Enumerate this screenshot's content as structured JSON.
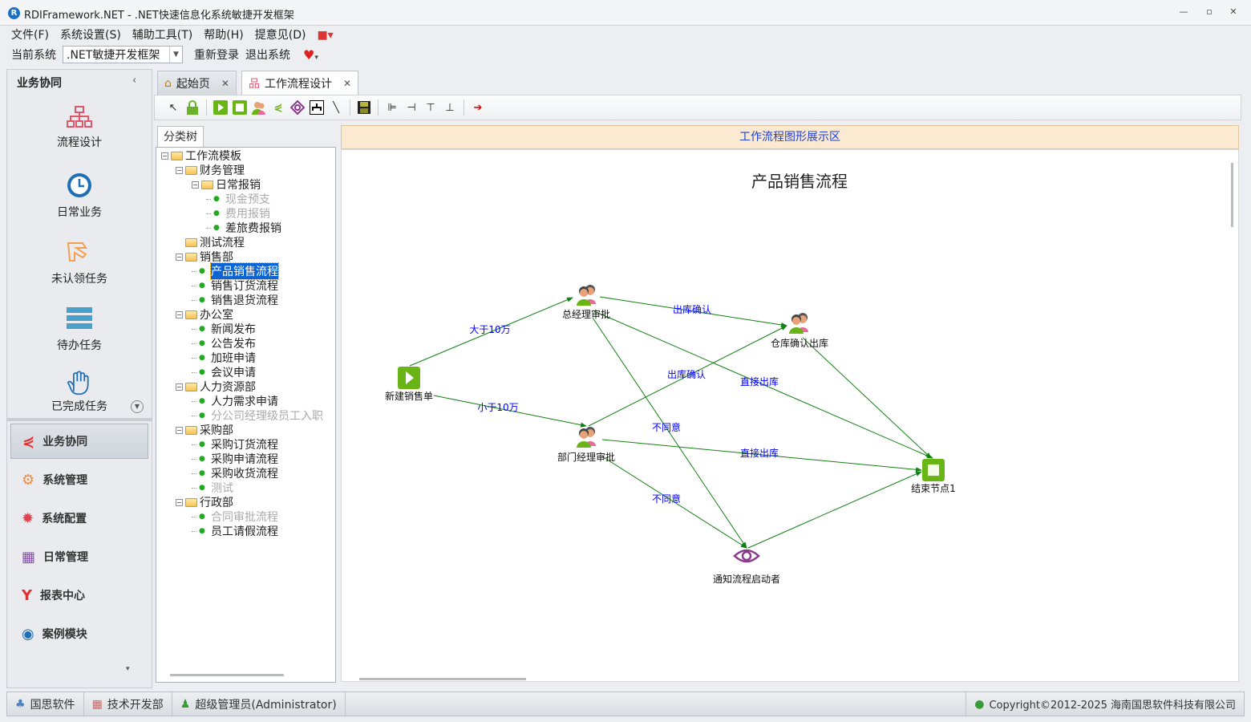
{
  "window": {
    "title": "RDIFramework.NET - .NET快速信息化系统敏捷开发框架",
    "logo": "R"
  },
  "menu": [
    "文件(F)",
    "系统设置(S)",
    "辅助工具(T)",
    "帮助(H)",
    "提意见(D)"
  ],
  "sysrow": {
    "label": "当前系统",
    "system": ".NET敏捷开发框架",
    "relogin": "重新登录",
    "exit": "退出系统"
  },
  "left": {
    "title": "业务协同",
    "big_items": [
      "流程设计",
      "日常业务",
      "未认领任务",
      "待办任务",
      "已完成任务"
    ],
    "nav": [
      "业务协同",
      "系统管理",
      "系统配置",
      "日常管理",
      "报表中心",
      "案例模块"
    ]
  },
  "tabs": [
    {
      "label": "起始页"
    },
    {
      "label": "工作流程设计"
    }
  ],
  "tree_tab": "分类树",
  "tree": [
    {
      "label": "工作流模板",
      "level": 0,
      "type": "folder"
    },
    {
      "label": "财务管理",
      "level": 1,
      "type": "folder"
    },
    {
      "label": "日常报销",
      "level": 2,
      "type": "folder"
    },
    {
      "label": "现金预支",
      "level": 3,
      "type": "leaf",
      "disabled": true
    },
    {
      "label": "费用报销",
      "level": 3,
      "type": "leaf",
      "disabled": true
    },
    {
      "label": "差旅费报销",
      "level": 3,
      "type": "leaf"
    },
    {
      "label": "测试流程",
      "level": 1,
      "type": "folder",
      "noexp": true
    },
    {
      "label": "销售部",
      "level": 1,
      "type": "folder"
    },
    {
      "label": "产品销售流程",
      "level": 2,
      "type": "leaf",
      "selected": true
    },
    {
      "label": "销售订货流程",
      "level": 2,
      "type": "leaf"
    },
    {
      "label": "销售退货流程",
      "level": 2,
      "type": "leaf"
    },
    {
      "label": "办公室",
      "level": 1,
      "type": "folder"
    },
    {
      "label": "新闻发布",
      "level": 2,
      "type": "leaf"
    },
    {
      "label": "公告发布",
      "level": 2,
      "type": "leaf"
    },
    {
      "label": "加班申请",
      "level": 2,
      "type": "leaf"
    },
    {
      "label": "会议申请",
      "level": 2,
      "type": "leaf"
    },
    {
      "label": "人力资源部",
      "level": 1,
      "type": "folder"
    },
    {
      "label": "人力需求申请",
      "level": 2,
      "type": "leaf"
    },
    {
      "label": "分公司经理级员工入职",
      "level": 2,
      "type": "leaf",
      "disabled": true
    },
    {
      "label": "采购部",
      "level": 1,
      "type": "folder"
    },
    {
      "label": "采购订货流程",
      "level": 2,
      "type": "leaf"
    },
    {
      "label": "采购申请流程",
      "level": 2,
      "type": "leaf"
    },
    {
      "label": "采购收货流程",
      "level": 2,
      "type": "leaf"
    },
    {
      "label": "测试",
      "level": 2,
      "type": "leaf",
      "disabled": true
    },
    {
      "label": "行政部",
      "level": 1,
      "type": "folder"
    },
    {
      "label": "合同审批流程",
      "level": 2,
      "type": "leaf",
      "disabled": true
    },
    {
      "label": "员工请假流程",
      "level": 2,
      "type": "leaf"
    }
  ],
  "canvas": {
    "header": "工作流程图形展示区",
    "title": "产品销售流程",
    "nodes": {
      "start": "新建销售单",
      "gm": "总经理审批",
      "wh": "仓库确认出库",
      "dm": "部门经理审批",
      "end": "结束节点1",
      "notify": "通知流程启动者"
    },
    "edges": [
      {
        "from": "start",
        "to": "gm",
        "label": "大于10万"
      },
      {
        "from": "start",
        "to": "dm",
        "label": "小于10万"
      },
      {
        "from": "gm",
        "to": "wh",
        "label": "出库确认"
      },
      {
        "from": "dm",
        "to": "wh",
        "label": "出库确认"
      },
      {
        "from": "gm",
        "to": "end",
        "label": "直接出库"
      },
      {
        "from": "gm",
        "to": "notify",
        "label": "不同意"
      },
      {
        "from": "wh",
        "to": "end",
        "label": ""
      },
      {
        "from": "dm",
        "to": "end",
        "label": "直接出库"
      },
      {
        "from": "dm",
        "to": "notify",
        "label": "不同意"
      },
      {
        "from": "notify",
        "to": "end",
        "label": ""
      }
    ]
  },
  "status": {
    "company": "国思软件",
    "dept": "技术开发部",
    "user": "超级管理员(Administrator)",
    "copyright": "Copyright©2012-2025 海南国思软件科技有限公司"
  },
  "colors": {
    "edge": "#128012",
    "edge_label": "#0000ff",
    "accent": "#0a64d2"
  }
}
